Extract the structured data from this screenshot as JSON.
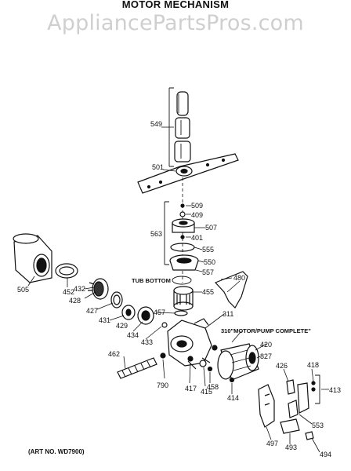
{
  "title": "MOTOR MECHANISM",
  "watermark": "AppliancePartsPros.com",
  "art_no": "(ART NO. WD7900)",
  "labels": {
    "p549": "549",
    "p501": "501",
    "p509": "509",
    "p409": "409",
    "p507": "507",
    "p563": "563",
    "p401": "401",
    "p555": "555",
    "p550": "550",
    "p557": "557",
    "p480": "480",
    "p505": "505",
    "p452": "452",
    "p432": "432",
    "p428": "428",
    "p427": "427",
    "p431": "431",
    "p429": "429",
    "p434": "434",
    "p433": "433",
    "p455": "455",
    "p457": "457",
    "p311": "311",
    "p420": "420",
    "p827": "827",
    "p462": "462",
    "p790": "790",
    "p417": "417",
    "p415": "415",
    "p458": "458",
    "p414": "414",
    "p426": "426",
    "p418": "418",
    "p413": "413",
    "p497": "497",
    "p493": "493",
    "p553": "553",
    "p494": "494"
  },
  "callouts": {
    "tub_bottom": "TUB BOTTOM",
    "motor_pump": "310\"MOTOR/PUMP COMPLETE\""
  }
}
